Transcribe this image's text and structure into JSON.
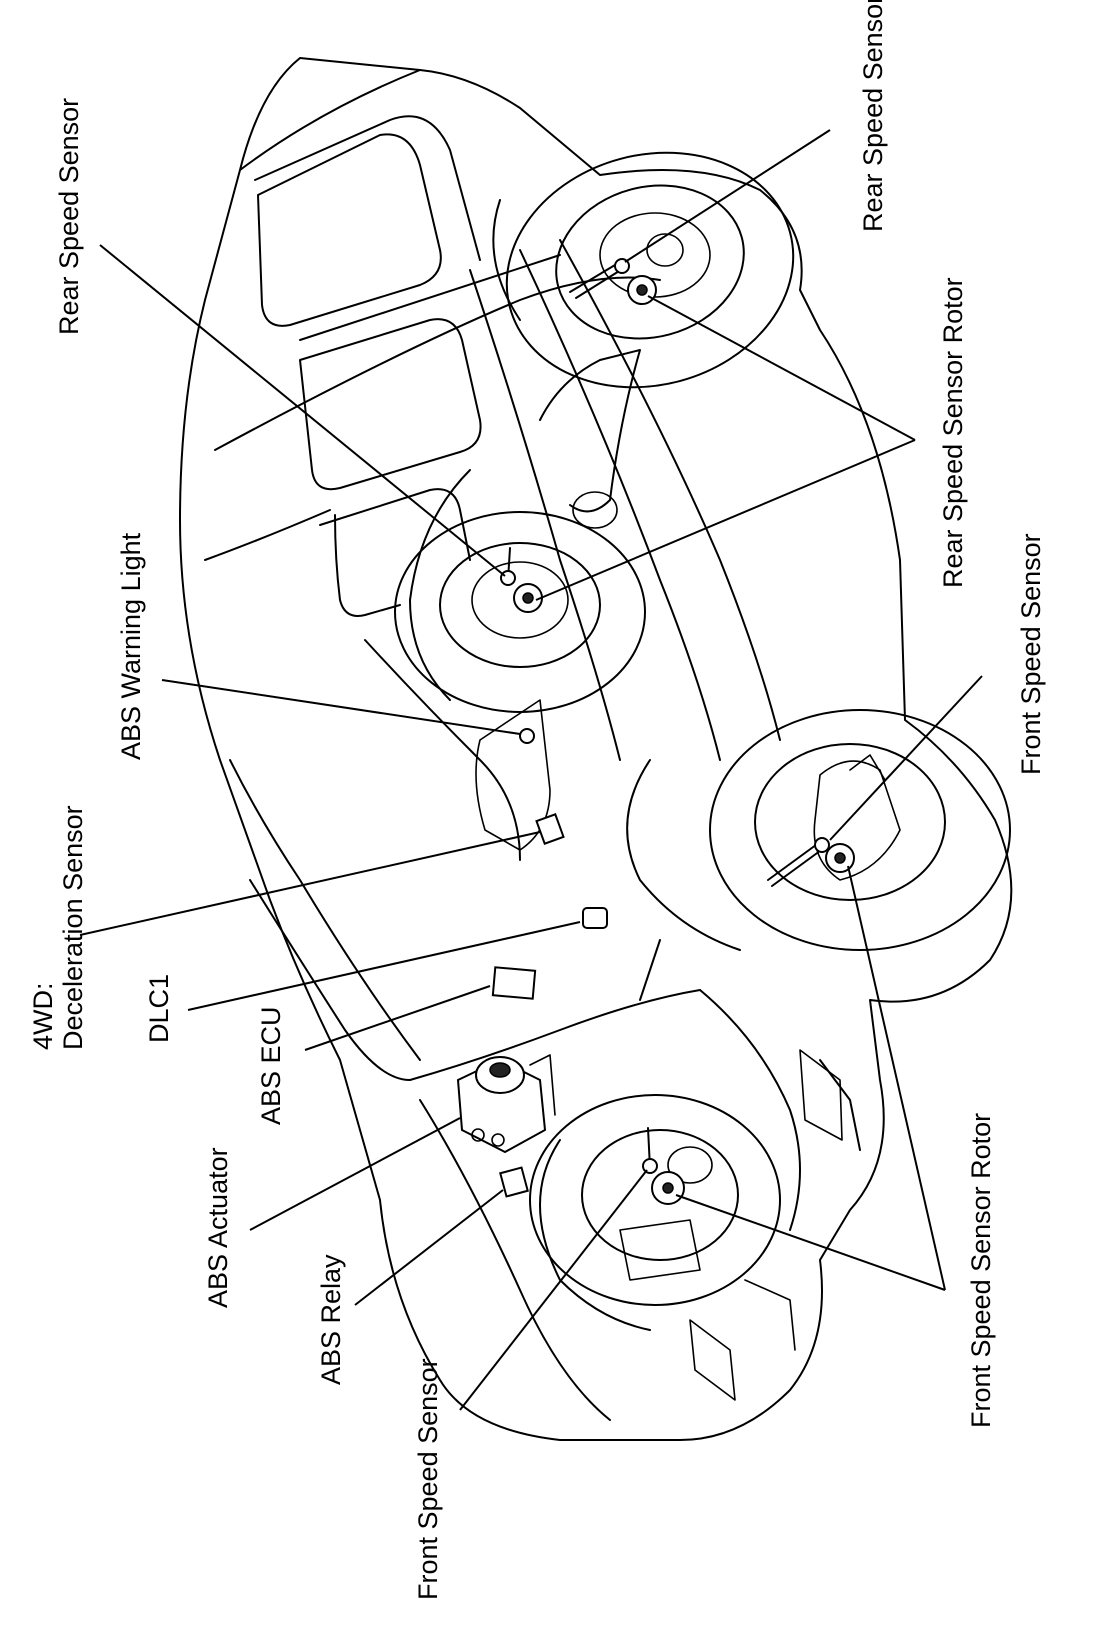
{
  "diagram": {
    "labels": {
      "rear_speed_sensor_right": "Rear Speed Sensor",
      "rear_speed_sensor_left": "Rear Speed Sensor",
      "rear_speed_sensor_rotor": "Rear Speed Sensor Rotor",
      "front_speed_sensor_right": "Front Speed Sensor",
      "abs_warning_light": "ABS Warning Light",
      "deceleration_sensor_line1": "4WD:",
      "deceleration_sensor_line2": "Deceleration Sensor",
      "dlc1": "DLC1",
      "abs_ecu": "ABS ECU",
      "abs_actuator": "ABS Actuator",
      "abs_relay": "ABS Relay",
      "front_speed_sensor_left": "Front Speed Sensor",
      "front_speed_sensor_rotor": "Front Speed Sensor Rotor"
    }
  }
}
